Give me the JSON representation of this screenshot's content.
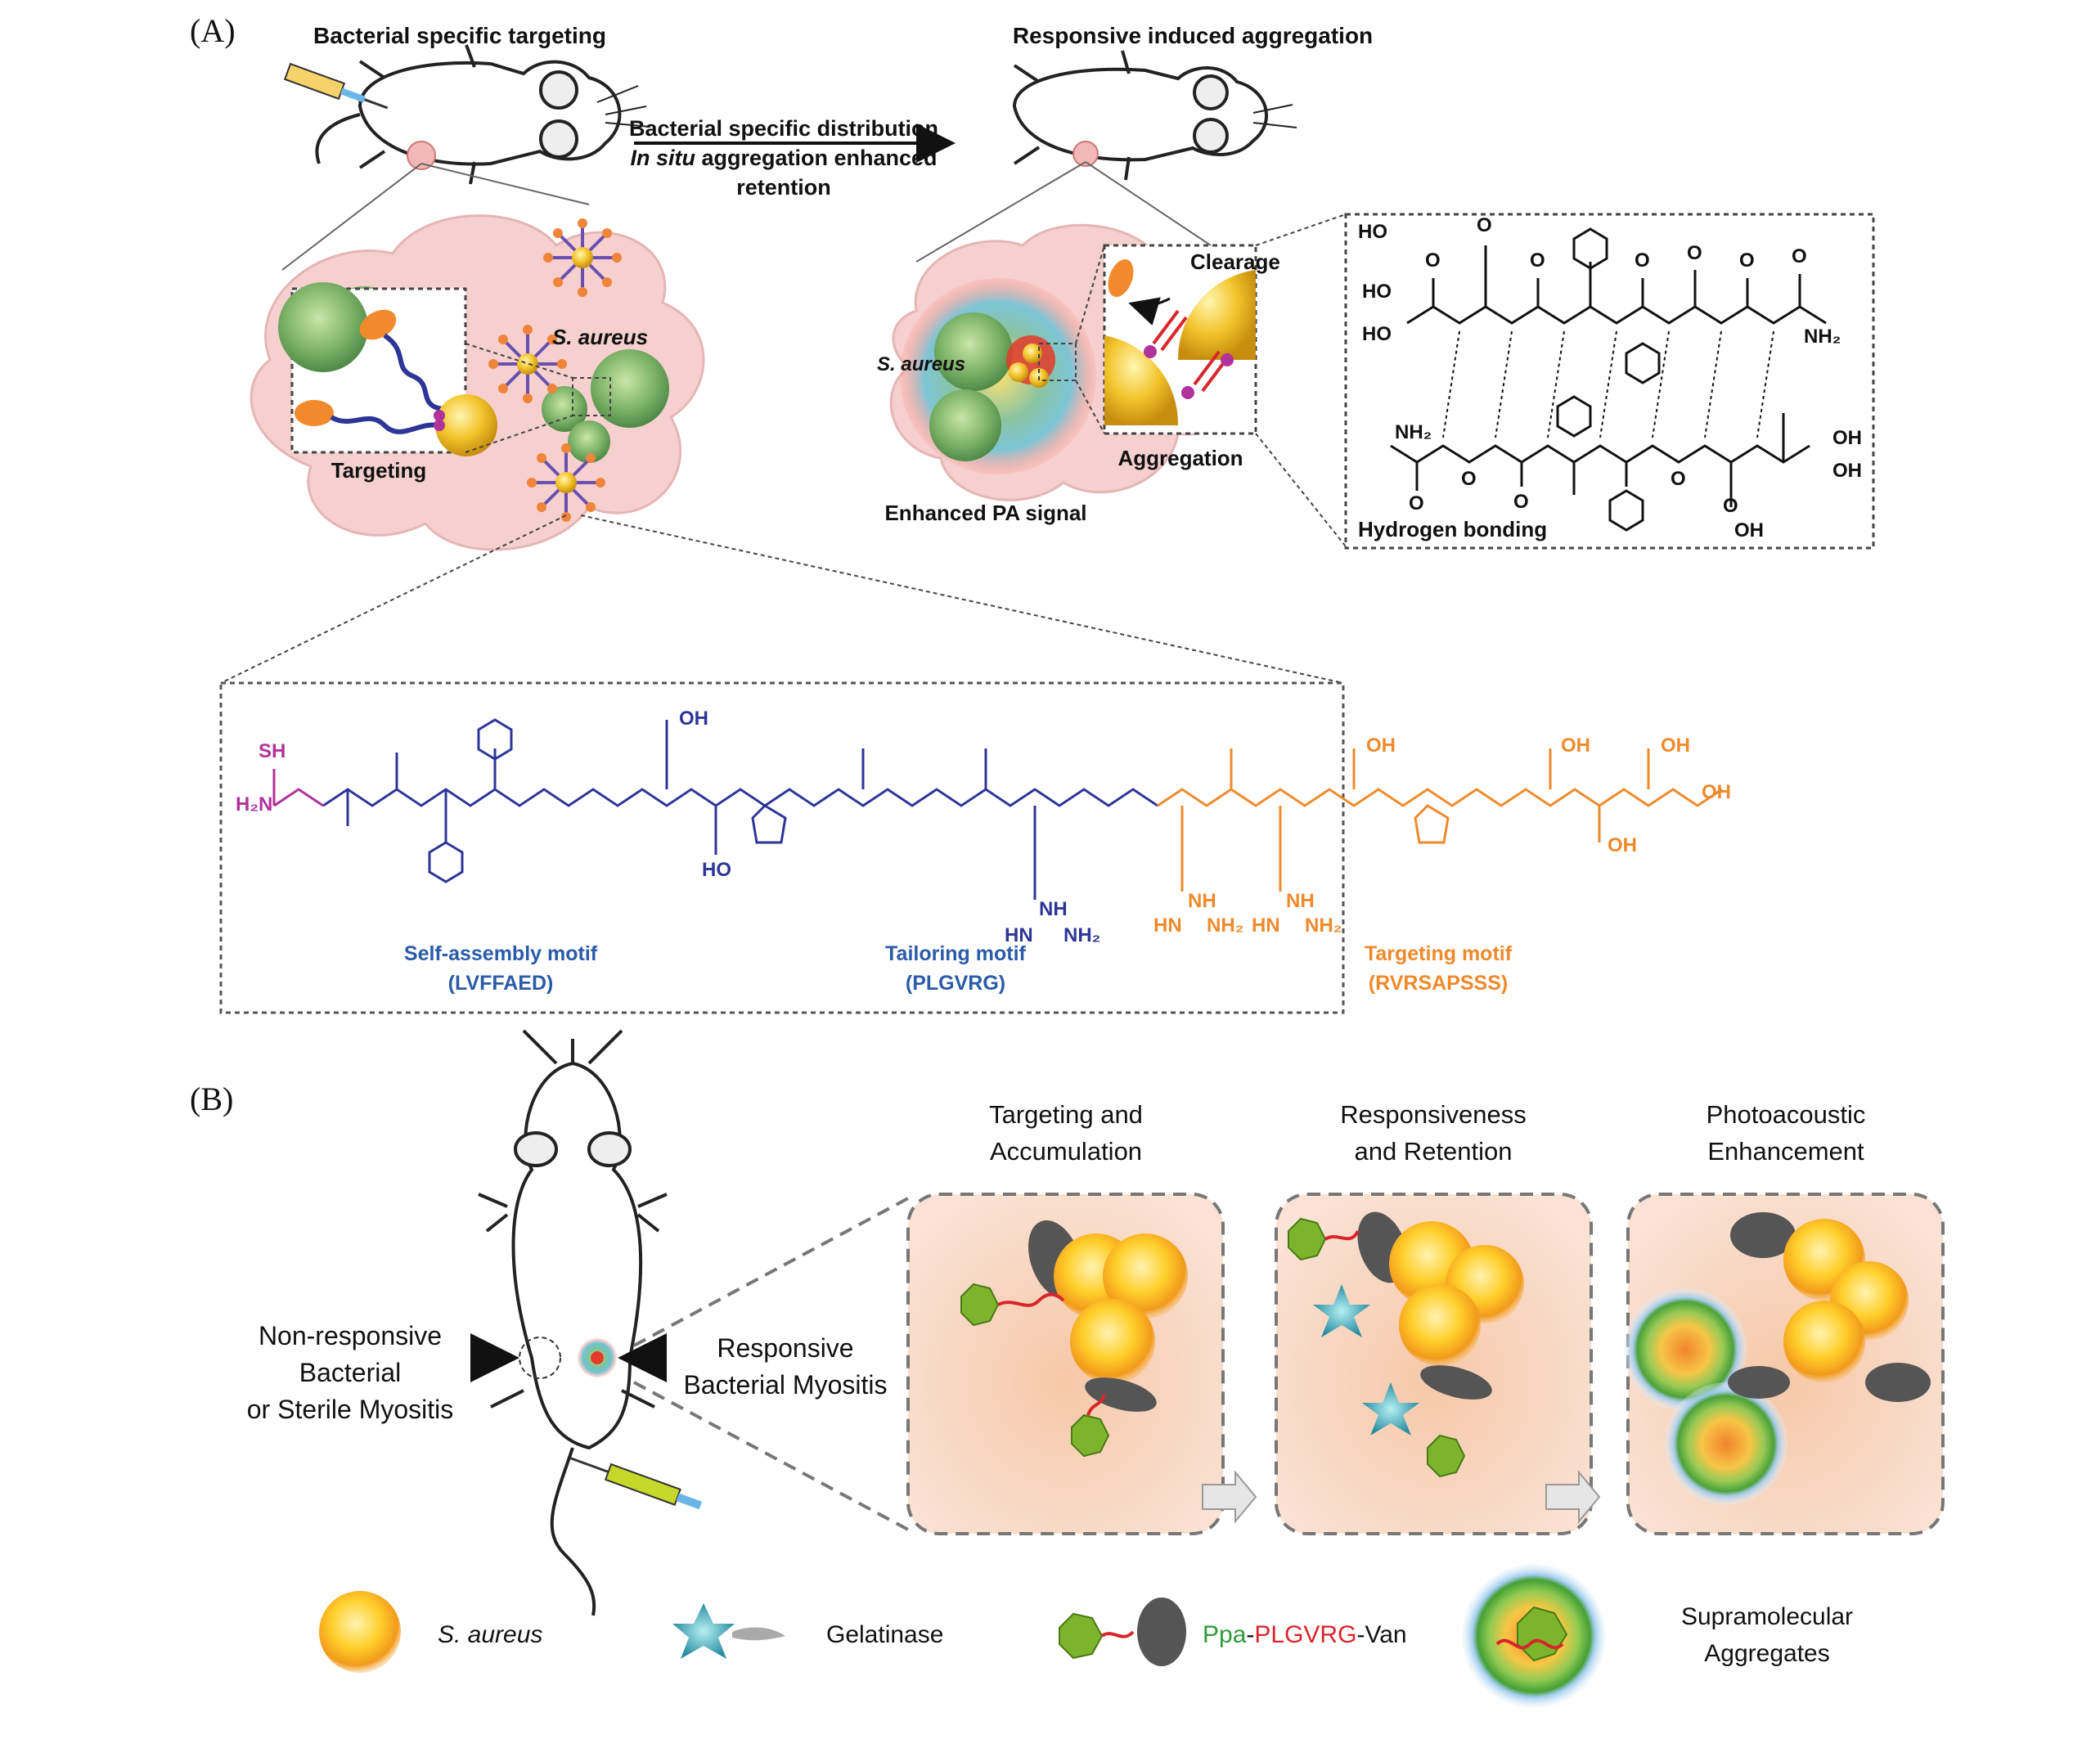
{
  "panel_a": {
    "label": "(A)",
    "left_heading": "Bacterial specific targeting",
    "right_heading": "Responsive induced aggregation",
    "arrow_line1": "Bacterial specific distribution",
    "arrow_line2_italic": "In situ",
    "arrow_line2_rest": " aggregation enhanced",
    "arrow_line3": "retention",
    "targeting_label": "Targeting",
    "s_aureus_label": "S. aureus",
    "s_aureus_label_2": "S. aureus",
    "clearage_label": "Clearage",
    "aggregation_label": "Aggregation",
    "enhanced_pa_label": "Enhanced PA signal",
    "hbond": {
      "label": "Hydrogen bonding",
      "top_groups": [
        "HO",
        "HO",
        "HO",
        "O",
        "O",
        "O",
        "O",
        "O",
        "O",
        "O",
        "NH₂"
      ],
      "bottom_groups": [
        "NH₂",
        "O",
        "O",
        "O",
        "O",
        "O",
        "OH",
        "OH",
        "OH"
      ]
    },
    "peptide": {
      "sh_label": "SH",
      "h2n_label": "H₂N",
      "motifs": [
        {
          "name": "Self-assembly motif",
          "seq": "(LVFFAED)",
          "color": "#2a5ba8"
        },
        {
          "name": "Tailoring motif",
          "seq": "(PLGVRG)",
          "color": "#2a5ba8"
        },
        {
          "name": "Targeting motif",
          "seq": "(RVRSAPSSS)",
          "color": "#ef8a2b"
        }
      ],
      "side_labels_blue": [
        "OH",
        "HO",
        "NH",
        "HN",
        "NH₂"
      ],
      "side_labels_orange": [
        "NH",
        "HN",
        "NH₂",
        "NH",
        "HN",
        "NH₂",
        "OH",
        "OH",
        "OH",
        "OH",
        "OH"
      ]
    },
    "colors": {
      "magenta": "#b0329b",
      "blue": "#2f3597",
      "orange": "#ef8a2b",
      "cloud": "#f6cfcf"
    }
  },
  "panel_b": {
    "label": "(B)",
    "stage_titles": [
      {
        "line1": "Targeting and",
        "line2": "Accumulation"
      },
      {
        "line1": "Responsiveness",
        "line2": "and Retention"
      },
      {
        "line1": "Photoacoustic",
        "line2": "Enhancement"
      }
    ],
    "left_label": {
      "line1": "Non-responsive",
      "line2": "Bacterial",
      "line3": "or Sterile  Myositis"
    },
    "right_label": {
      "line1": "Responsive",
      "line2": "Bacterial  Myositis"
    },
    "legend": {
      "s_aureus": "S. aureus",
      "gelatinase": "Gelatinase",
      "ppa": "Ppa",
      "dash1": "-",
      "plgvrg": "PLGVRG",
      "dash2": "-",
      "van": "Van",
      "supra_line1": "Supramolecular",
      "supra_line2": "Aggregates"
    },
    "colors": {
      "ppa_green": "#2e9a3a",
      "plgvrg_red": "#d9262c",
      "stage_bg": "#f8dccb"
    }
  }
}
